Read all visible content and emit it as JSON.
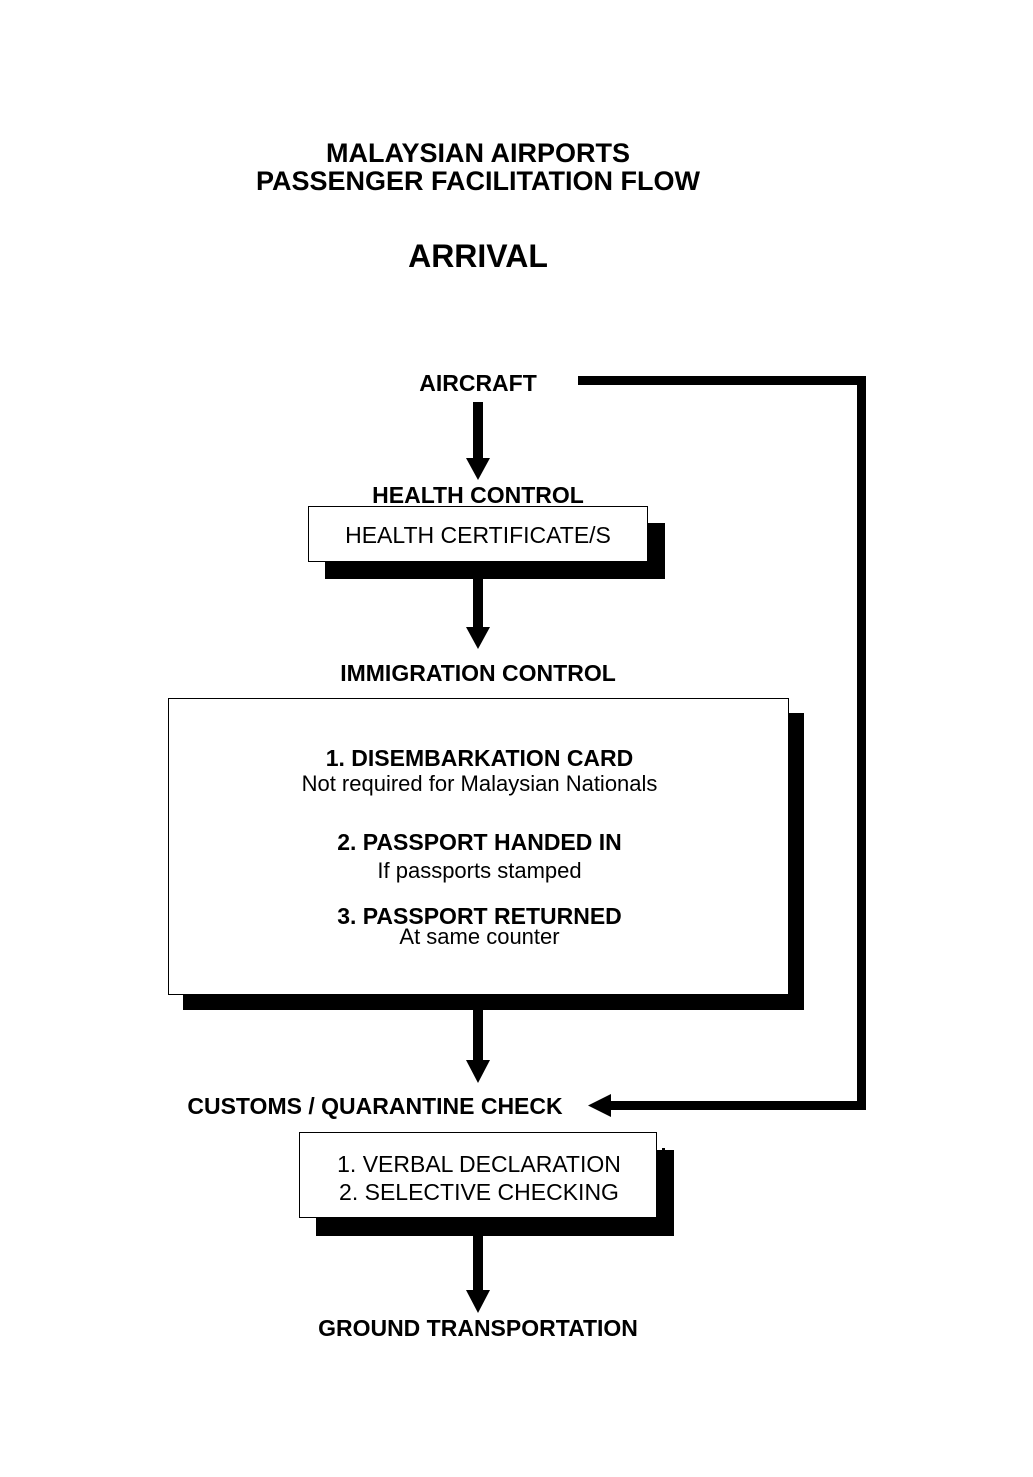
{
  "title": {
    "line1": "MALAYSIAN AIRPORTS",
    "line2": "PASSENGER FACILITATION FLOW"
  },
  "subtitle": "ARRIVAL",
  "stages": {
    "aircraft": "AIRCRAFT",
    "health_control": {
      "label": "HEALTH CONTROL",
      "box_text": "HEALTH CERTIFICATE/S"
    },
    "immigration_control": {
      "label": "IMMIGRATION CONTROL",
      "items": [
        {
          "title": "1. DISEMBARKATION CARD",
          "note": "Not required for Malaysian Nationals"
        },
        {
          "title": "2. PASSPORT HANDED IN",
          "note": "If passports stamped"
        },
        {
          "title": "3. PASSPORT RETURNED",
          "note": "At same counter"
        }
      ]
    },
    "customs_quarantine": {
      "label": "CUSTOMS / QUARANTINE CHECK",
      "items": [
        "1. VERBAL DECLARATION",
        "2. SELECTIVE CHECKING"
      ]
    },
    "ground_transportation": "GROUND TRANSPORTATION"
  }
}
